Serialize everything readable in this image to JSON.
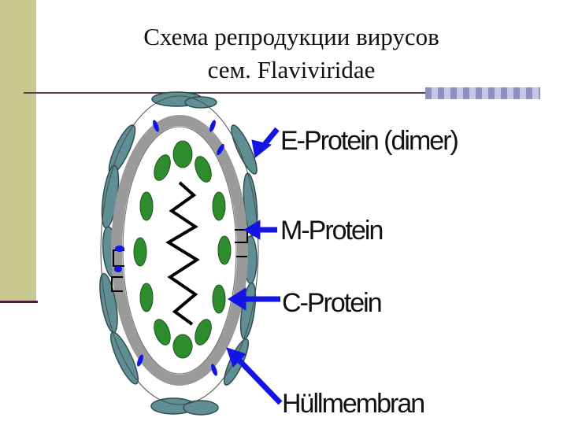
{
  "title": {
    "line1": "Схема репродукции вирусов",
    "line2": "сем. Flaviviridae"
  },
  "labels": {
    "e_protein": "E-Protein (dimer)",
    "m_protein": "M-Protein",
    "c_protein": "C-Protein",
    "membrane": "Hüllmembran"
  },
  "colors": {
    "capsid_green": "#2e8b2e",
    "membrane_gray": "#9a9a9a",
    "envelope_teal": "#5f8f94",
    "arrow_blue": "#1414e6",
    "accent_bar": "#c9c98f"
  }
}
